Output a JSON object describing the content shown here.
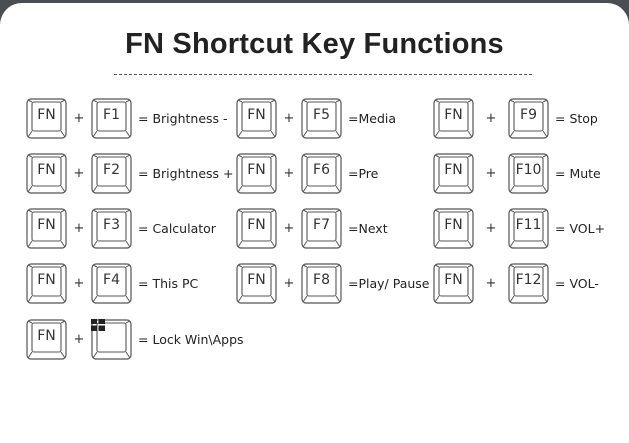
{
  "title": "FN Shortcut Key Functions",
  "shortcuts": [
    {
      "mod": "FN",
      "key": "F1",
      "desc": "= Brightness -"
    },
    {
      "mod": "FN",
      "key": "F2",
      "desc": "= Brightness +"
    },
    {
      "mod": "FN",
      "key": "F3",
      "desc": "= Calculator"
    },
    {
      "mod": "FN",
      "key": "F4",
      "desc": "= This PC"
    },
    {
      "mod": "FN",
      "key": "windows-icon",
      "desc": "= Lock Win\\Apps"
    },
    {
      "mod": "FN",
      "key": "F5",
      "desc": "=Media"
    },
    {
      "mod": "FN",
      "key": "F6",
      "desc": "=Pre"
    },
    {
      "mod": "FN",
      "key": "F7",
      "desc": "=Next"
    },
    {
      "mod": "FN",
      "key": "F8",
      "desc": "=Play/ Pause"
    },
    {
      "mod": "FN",
      "key": "F9",
      "desc": "= Stop"
    },
    {
      "mod": "FN",
      "key": "F10",
      "desc": "= Mute"
    },
    {
      "mod": "FN",
      "key": "F11",
      "desc": "= VOL+"
    },
    {
      "mod": "FN",
      "key": "F12",
      "desc": "= VOL-"
    }
  ],
  "plus": "+"
}
